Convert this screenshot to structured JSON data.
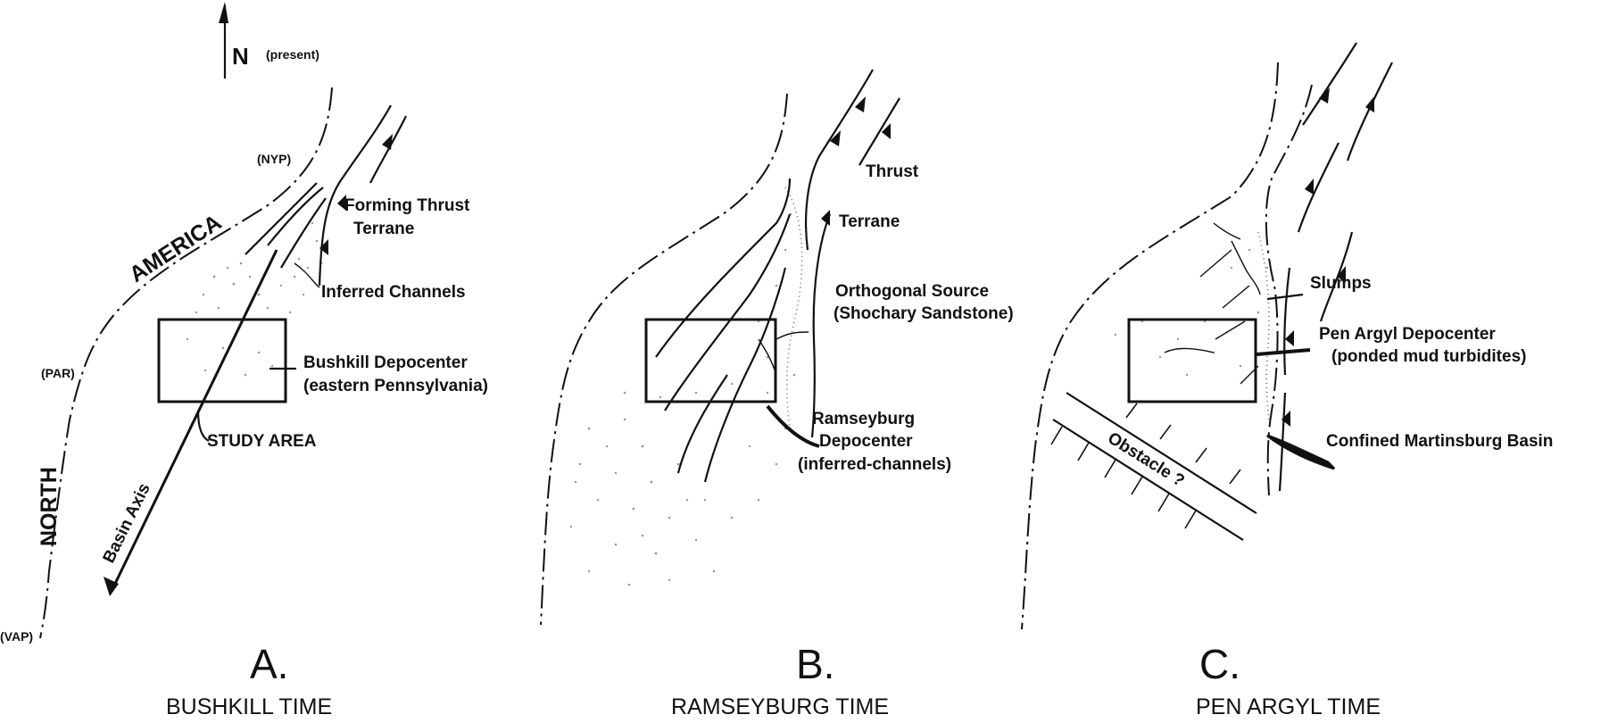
{
  "north": {
    "letter": "N",
    "note": "(present)"
  },
  "panel_a": {
    "letter": "A.",
    "caption": "BUSHKILL TIME",
    "nyp": "(NYP)",
    "par": "(PAR)",
    "vap": "(VAP)",
    "america": "AMERICA",
    "north_word": "NORTH",
    "thrust_1": "Forming Thrust",
    "thrust_2": "Terrane",
    "channels": "Inferred Channels",
    "depo_1": "Bushkill Depocenter",
    "depo_2": "(eastern Pennsylvania)",
    "study": "STUDY AREA",
    "basin_axis": "Basin   Axis"
  },
  "panel_b": {
    "letter": "B.",
    "caption": "RAMSEYBURG TIME",
    "thrust": "Thrust",
    "terrane": "Terrane",
    "ortho_1": "Orthogonal Source",
    "ortho_2": "(Shochary Sandstone)",
    "rams_1": "Ramseyburg",
    "rams_2": "Depocenter",
    "rams_3": "(inferred-channels)"
  },
  "panel_c": {
    "letter": "C.",
    "caption": "PEN ARGYL TIME",
    "slumps": "Slumps",
    "pen_1": "Pen Argyl Depocenter",
    "pen_2": "(ponded mud turbidites)",
    "confined": "Confined Martinsburg Basin",
    "obstacle": "Obstacle ?"
  }
}
